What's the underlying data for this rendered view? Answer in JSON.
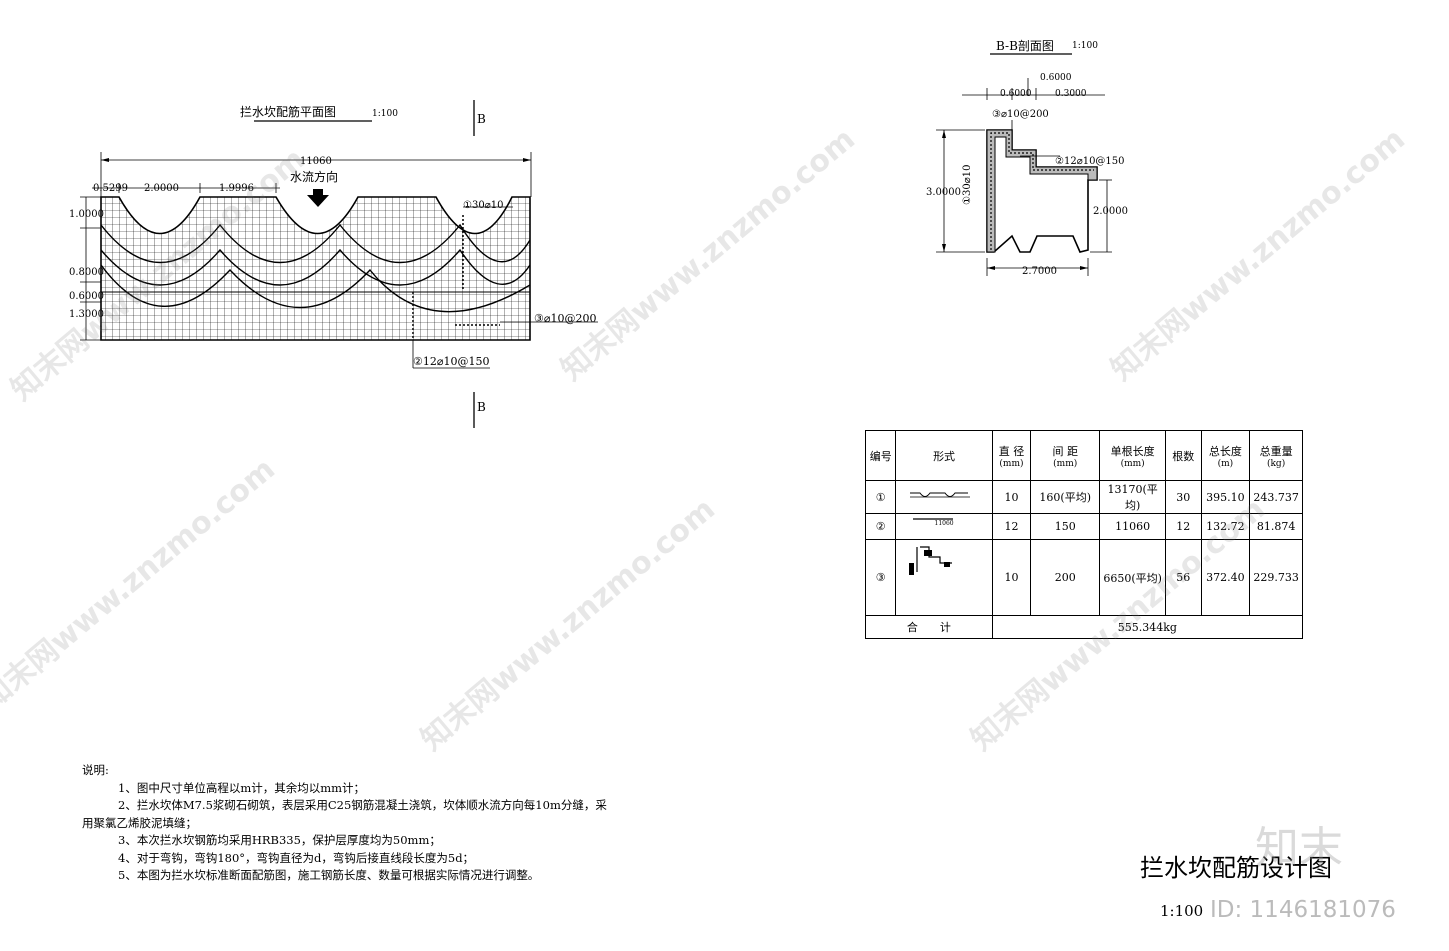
{
  "plan": {
    "title": "拦水坎配筋平面图",
    "title_scale": "1:100",
    "section_mark_top": "B",
    "section_mark_bottom": "B",
    "overall_dim": "11060",
    "dims_top": [
      "0.5299",
      "2.0000",
      "1.9996"
    ],
    "dims_left": [
      "1.0000",
      "0.8000",
      "0.6000",
      "1.3000"
    ],
    "flow_label": "水流方向",
    "callout_1": "①30⌀10",
    "callout_2": "②12⌀10@150",
    "callout_3": "③⌀10@200"
  },
  "section": {
    "title": "B-B剖面图",
    "title_scale": "1:100",
    "dim_top_1": "0.6000",
    "dim_top_2": "0.6000",
    "dim_top_3": "0.3000",
    "callout_3": "③⌀10@200",
    "callout_1_vertical": "①30⌀10",
    "callout_2": "②12⌀10@150",
    "dim_height": "3.0000",
    "dim_right": "2.0000",
    "dim_bottom": "2.7000"
  },
  "schedule": {
    "headers": {
      "no": "编号",
      "shape": "形式",
      "diameter": "直 径",
      "diameter_unit": "(mm)",
      "spacing": "间 距",
      "spacing_unit": "(mm)",
      "length": "单根长度",
      "length_unit": "(mm)",
      "count": "根数",
      "total_length": "总长度",
      "total_length_unit": "(m)",
      "total_weight": "总重量",
      "total_weight_unit": "(kg)"
    },
    "rows": [
      {
        "no": "①",
        "diameter": "10",
        "spacing": "160(平均)",
        "length": "13170(平均)",
        "count": "30",
        "total_length": "395.10",
        "total_weight": "243.737"
      },
      {
        "no": "②",
        "diameter": "12",
        "spacing": "150",
        "length": "11060",
        "count": "12",
        "total_length": "132.72",
        "total_weight": "81.874"
      },
      {
        "no": "③",
        "diameter": "10",
        "spacing": "200",
        "length": "6650(平均)",
        "count": "56",
        "total_length": "372.40",
        "total_weight": "229.733"
      }
    ],
    "shape_2_label": "11060",
    "total_label": "合　　计",
    "total_value": "555.344kg"
  },
  "notes": {
    "heading": "说明:",
    "lines": [
      "1、图中尺寸单位高程以m计，其余均以mm计；",
      "2、拦水坎体M7.5浆砌石砌筑，表层采用C25钢筋混凝土浇筑，坎体顺水流方向每10m分缝，采",
      "用聚氯乙烯胶泥填缝；",
      "3、本次拦水坎钢筋均采用HRB335，保护层厚度均为50mm；",
      "4、对于弯钩，弯钩180°，弯钩直径为d，弯钩后接直线段长度为5d；",
      "5、本图为拦水坎标准断面配筋图，施工钢筋长度、数量可根据实际情况进行调整。"
    ]
  },
  "sheet": {
    "title": "拦水坎配筋设计图",
    "scale": "1:100",
    "logo_text": "知末",
    "id_text": "ID: 1146181076",
    "watermark": "知末网www.znzmo.com"
  }
}
